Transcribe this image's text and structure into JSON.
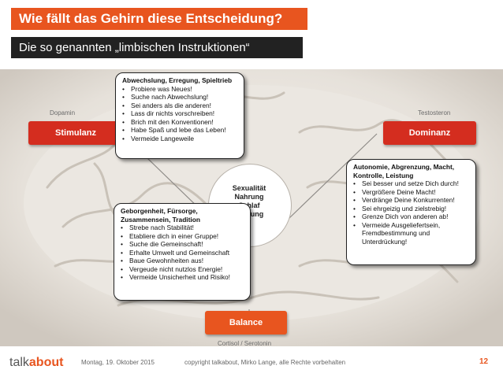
{
  "title": "Wie fällt das Gehirn diese Entscheidung?",
  "subtitle": "Die so genannten „limbischen Instruktionen“",
  "labels": {
    "dopamin": "Dopamin",
    "testosteron": "Testosteron",
    "cortisol": "Cortisol / Serotonin"
  },
  "buttons": {
    "stimulanz": "Stimulanz",
    "dominanz": "Dominanz",
    "balance": "Balance"
  },
  "center": {
    "line1": "Sexualität",
    "line2": "Nahrung",
    "line3": "Schlaf",
    "line4": "Bindung"
  },
  "bubble_stimulanz": {
    "heading": "Abwechslung, Erregung, Spieltrieb",
    "items": [
      "Probiere was Neues!",
      "Suche nach Abwechslung!",
      "Sei anders als die anderen!",
      "Lass dir nichts vorschreiben!",
      "Brich mit den Konventionen!",
      "Habe Spaß und lebe das Leben!",
      "Vermeide Langeweile"
    ]
  },
  "bubble_dominanz": {
    "heading": "Autonomie, Abgrenzung, Macht, Kontrolle, Leistung",
    "items": [
      "Sei besser und setze Dich durch!",
      "Vergrößere Deine Macht!",
      "Verdränge Deine Konkurrenten!",
      "Sei ehrgeizig und zielstrebig!",
      "Grenze Dich von anderen ab!",
      "Vermeide Ausgeliefertsein, Fremdbestimmung und Unterdrückung!"
    ]
  },
  "bubble_balance": {
    "heading": "Geborgenheit, Fürsorge, Zusammensein, Tradition",
    "items": [
      "Strebe nach Stabilität!",
      "Etabliere dich in einer Gruppe!",
      "Suche die Gemeinschaft!",
      "Erhalte Umwelt und Gemeinschaft",
      "Baue Gewohnheiten aus!",
      "Vergeude nicht nutzlos Energie!",
      "Vermeide Unsicherheit und Risiko!"
    ]
  },
  "footer": {
    "brand_a": "talk",
    "brand_b": "about",
    "date": "Montag, 19. Oktober 2015",
    "copyright": "copyright talkabout, Mirko Lange, alle Rechte vorbehalten",
    "page": "12"
  },
  "colors": {
    "accent": "#e8551f",
    "red": "#d42d1f",
    "dark": "#222222"
  }
}
